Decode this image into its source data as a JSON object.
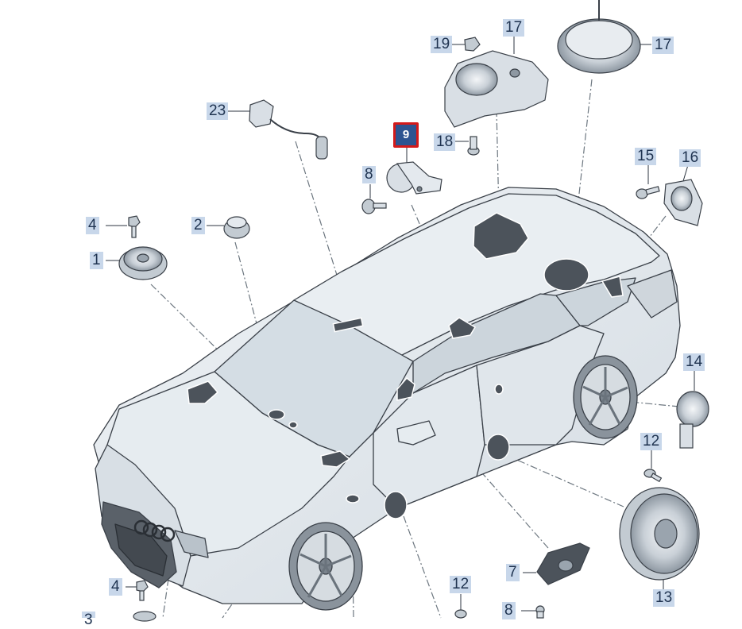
{
  "diagram": {
    "callouts": [
      {
        "id": "c23",
        "label": "23"
      },
      {
        "id": "c9",
        "label": "9",
        "active": true
      },
      {
        "id": "c8a",
        "label": "8"
      },
      {
        "id": "c19",
        "label": "19"
      },
      {
        "id": "c17a",
        "label": "17"
      },
      {
        "id": "c17b",
        "label": "17"
      },
      {
        "id": "c18",
        "label": "18"
      },
      {
        "id": "c15",
        "label": "15"
      },
      {
        "id": "c16",
        "label": "16"
      },
      {
        "id": "c4a",
        "label": "4"
      },
      {
        "id": "c2",
        "label": "2"
      },
      {
        "id": "c1",
        "label": "1"
      },
      {
        "id": "c14",
        "label": "14"
      },
      {
        "id": "c12a",
        "label": "12"
      },
      {
        "id": "c13",
        "label": "13"
      },
      {
        "id": "c7",
        "label": "7"
      },
      {
        "id": "c8b",
        "label": "8"
      },
      {
        "id": "c12b",
        "label": "12"
      },
      {
        "id": "c4b",
        "label": "4"
      },
      {
        "id": "c3",
        "label": "3"
      }
    ],
    "colors": {
      "callout_bg": "#c8d7ea",
      "callout_text": "#1f3350",
      "active_bg": "#2d5491",
      "active_border": "#d41a1a",
      "car_body": "#e4eaef",
      "car_outline": "#3a4048",
      "part_fill": "#d9dfe5",
      "mount_fill": "#4c535b",
      "leader_line": "#6d7780"
    }
  }
}
